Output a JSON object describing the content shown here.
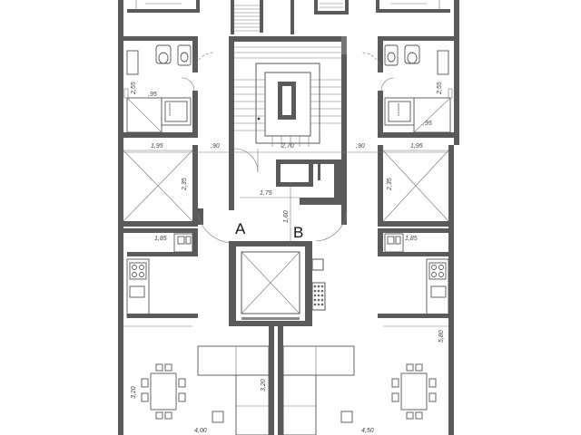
{
  "units": {
    "label_a": "A",
    "label_b": "B"
  },
  "dimensions": {
    "left_wall_195": "1,95",
    "left_gap_90": ",90",
    "stair_width_270": "2,70",
    "right_gap_90": ",90",
    "right_wall_195": "1,95",
    "left_shaft_235": "2,35",
    "right_shaft_235": "2,35",
    "hall_175": "1,75",
    "hall_160": "1,60",
    "left_bath_255": "2,55",
    "right_bath_255": "2,55",
    "left_bath_95": ",95",
    "right_bath_95": ",95",
    "left_kitchen_185": "1,85",
    "right_kitchen_185": "1,85",
    "left_living_320": "3,20",
    "center_living_320": "3,20",
    "right_living_580": "5,80",
    "left_width_400": "4,00",
    "right_width_450": "4,50",
    "left_heater_label": "CALEFÓN",
    "right_heater_label": "CALEFÓN"
  },
  "colors": {
    "wall": "#5a5a5a",
    "line": "#555555",
    "background": "#ffffff"
  }
}
